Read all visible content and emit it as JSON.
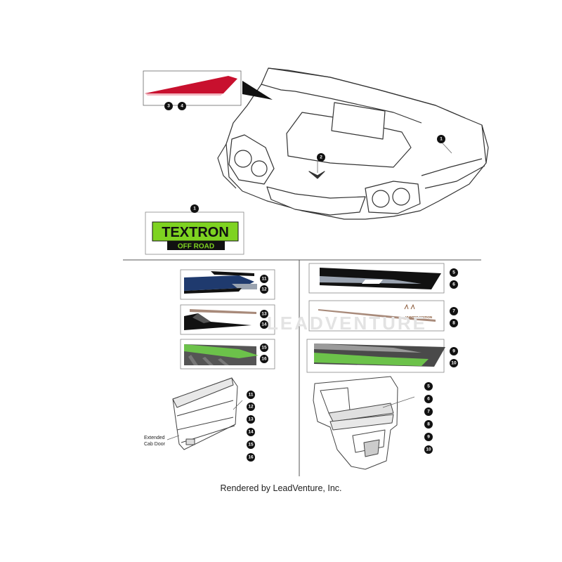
{
  "footer": "Rendered by LeadVenture, Inc.",
  "watermark": "LEADVENTURE",
  "logo": {
    "line1": "TEXTRON",
    "line2": "OFF ROAD"
  },
  "stripe_text": "HUNTER EDITION",
  "door_label": [
    "Extended",
    "Cab Door"
  ],
  "callouts": {
    "hood_red": [
      "3",
      "4"
    ],
    "hood_front": "2",
    "hood_side": "1",
    "logo": "1",
    "left_blue": [
      "11",
      "12"
    ],
    "left_tan": [
      "13",
      "14"
    ],
    "left_green": [
      "15",
      "16"
    ],
    "left_door": [
      "11",
      "12",
      "13",
      "14",
      "15",
      "16"
    ],
    "right_grey": [
      "5",
      "6"
    ],
    "right_tan": [
      "7",
      "8"
    ],
    "right_green": [
      "9",
      "10"
    ],
    "right_door": [
      "5",
      "6",
      "7",
      "8",
      "9",
      "10"
    ]
  },
  "colors": {
    "red_stripe": "#c8102e",
    "logo_green": "#7ed321",
    "blue_stripe": "#1f3a6e",
    "lime_stripe": "#6cc24a",
    "tan_stripe": "#a88a7a"
  }
}
